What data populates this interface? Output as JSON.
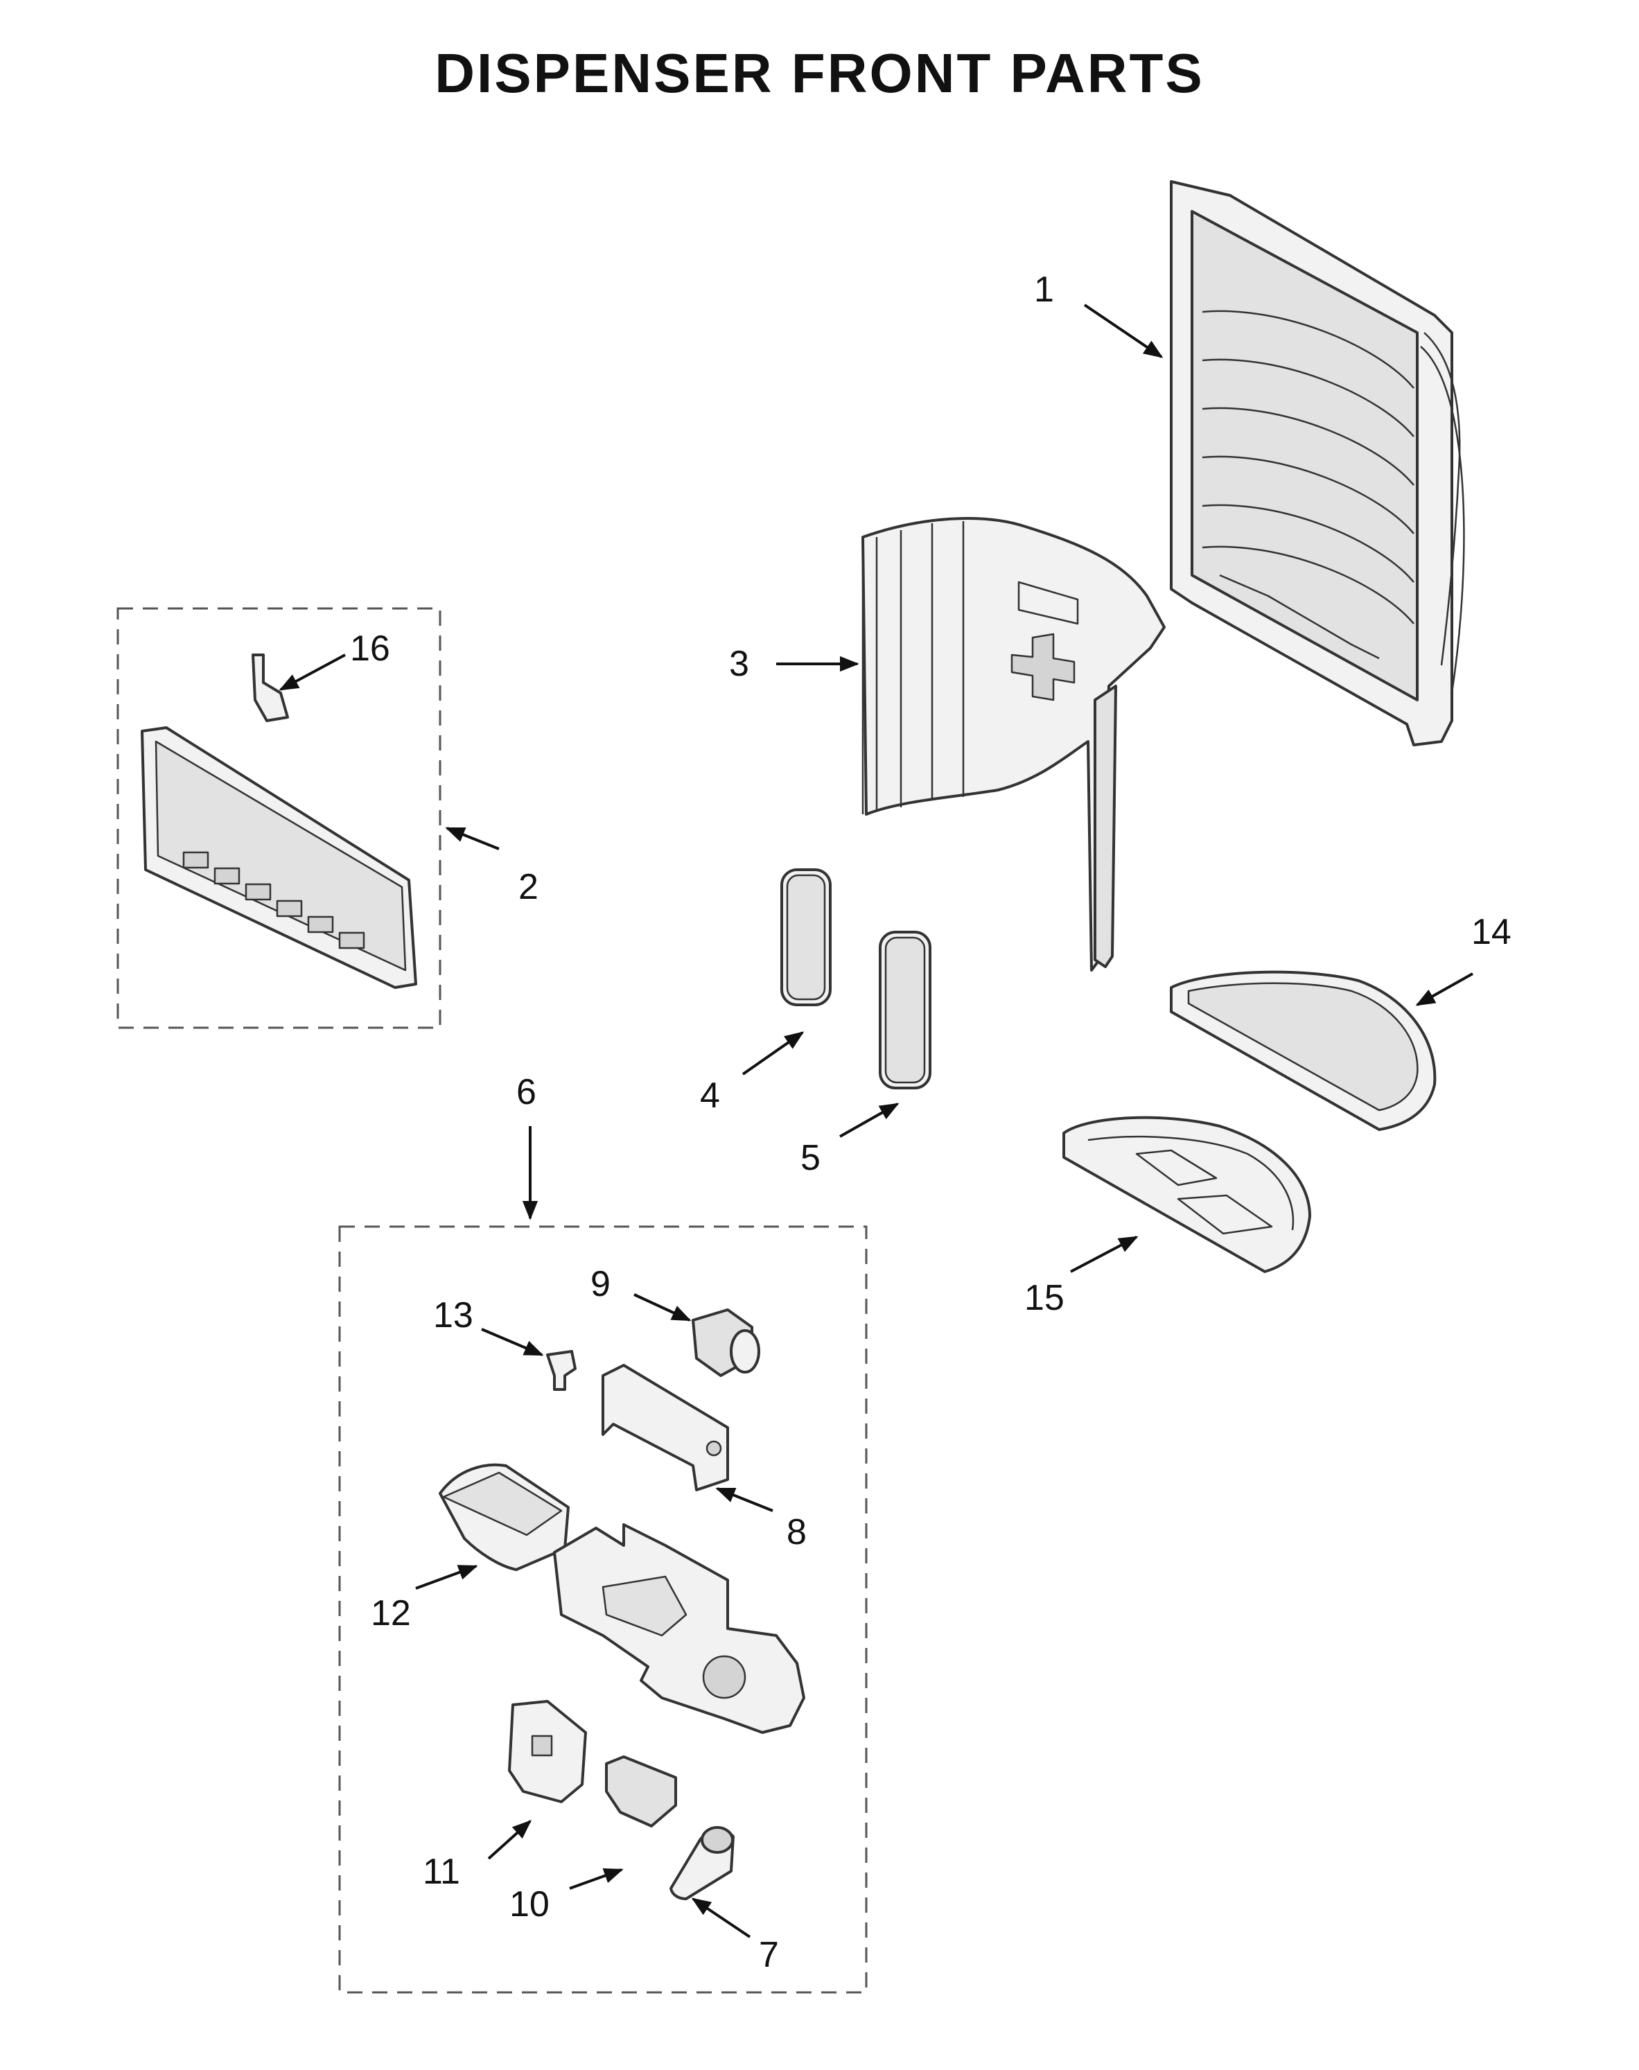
{
  "title": "DISPENSER FRONT PARTS",
  "callouts": [
    {
      "id": "1",
      "label": "1"
    },
    {
      "id": "2",
      "label": "2"
    },
    {
      "id": "3",
      "label": "3"
    },
    {
      "id": "4",
      "label": "4"
    },
    {
      "id": "5",
      "label": "5"
    },
    {
      "id": "6",
      "label": "6"
    },
    {
      "id": "7",
      "label": "7"
    },
    {
      "id": "8",
      "label": "8"
    },
    {
      "id": "9",
      "label": "9"
    },
    {
      "id": "10",
      "label": "10"
    },
    {
      "id": "11",
      "label": "11"
    },
    {
      "id": "12",
      "label": "12"
    },
    {
      "id": "13",
      "label": "13"
    },
    {
      "id": "14",
      "label": "14"
    },
    {
      "id": "15",
      "label": "15"
    },
    {
      "id": "16",
      "label": "16"
    }
  ]
}
